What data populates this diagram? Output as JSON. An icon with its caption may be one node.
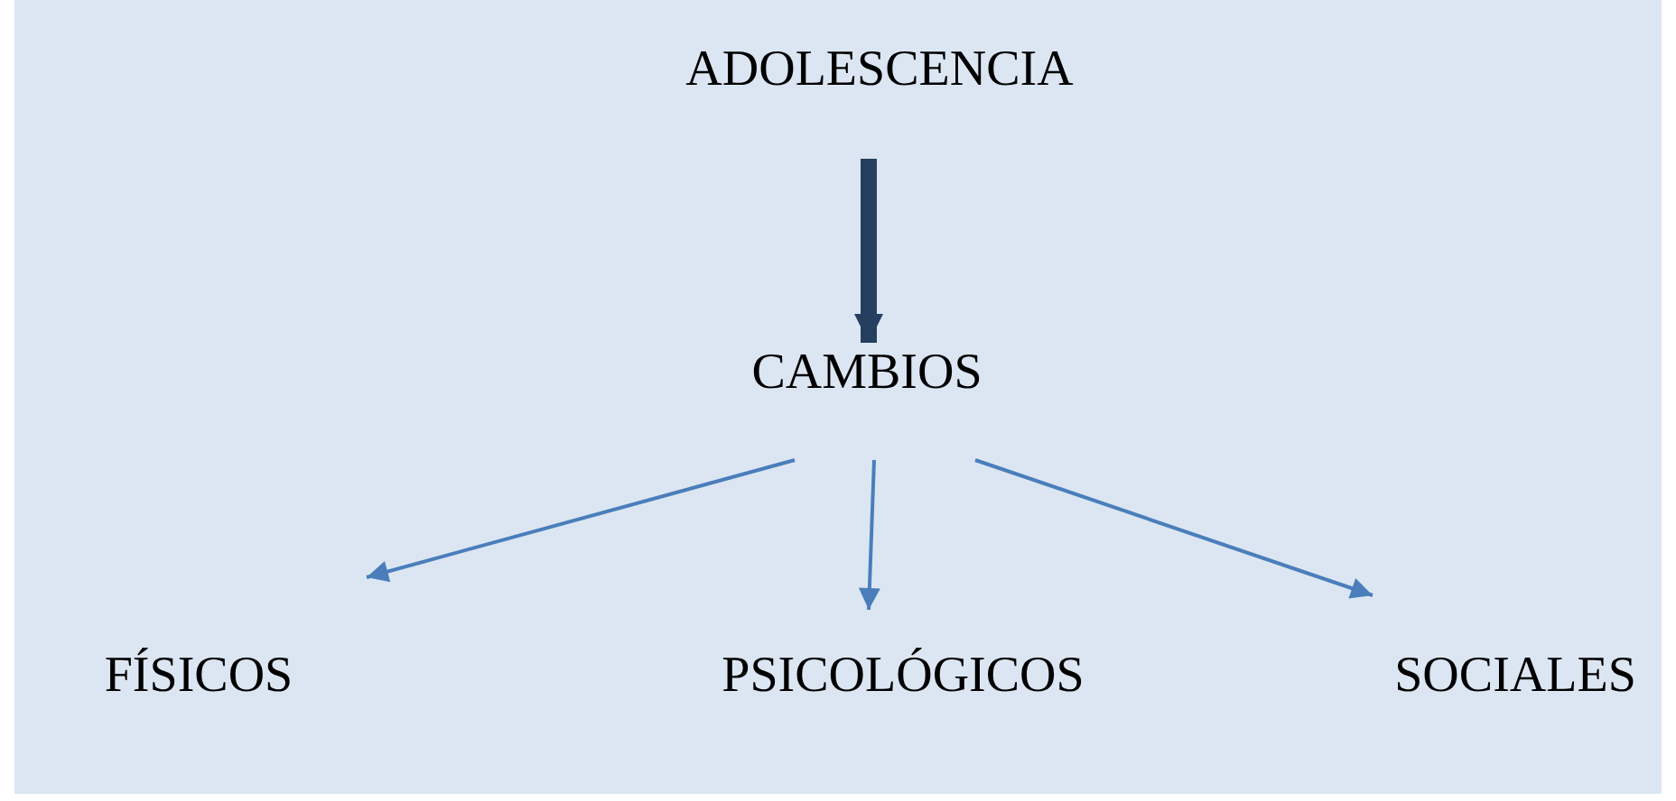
{
  "diagram": {
    "nodes": [
      {
        "text": [
          "ADOLESCENCIA"
        ]
      },
      {
        "text": [
          "CAMBIOS"
        ]
      },
      {
        "text": [
          "FÍSICOS"
        ]
      },
      {
        "text": [
          "PSICOLÓGICOS"
        ]
      },
      {
        "text": [
          "SOCIALES"
        ]
      }
    ],
    "edges": [
      {
        "from": 0,
        "to": 1,
        "arrow": "to",
        "style": "thick",
        "color": "#243f60"
      },
      {
        "from": 1,
        "to": 2,
        "arrow": "to"
      },
      {
        "from": 1,
        "to": 3,
        "arrow": "to"
      },
      {
        "from": 1,
        "to": 4,
        "arrow": "to"
      }
    ]
  }
}
